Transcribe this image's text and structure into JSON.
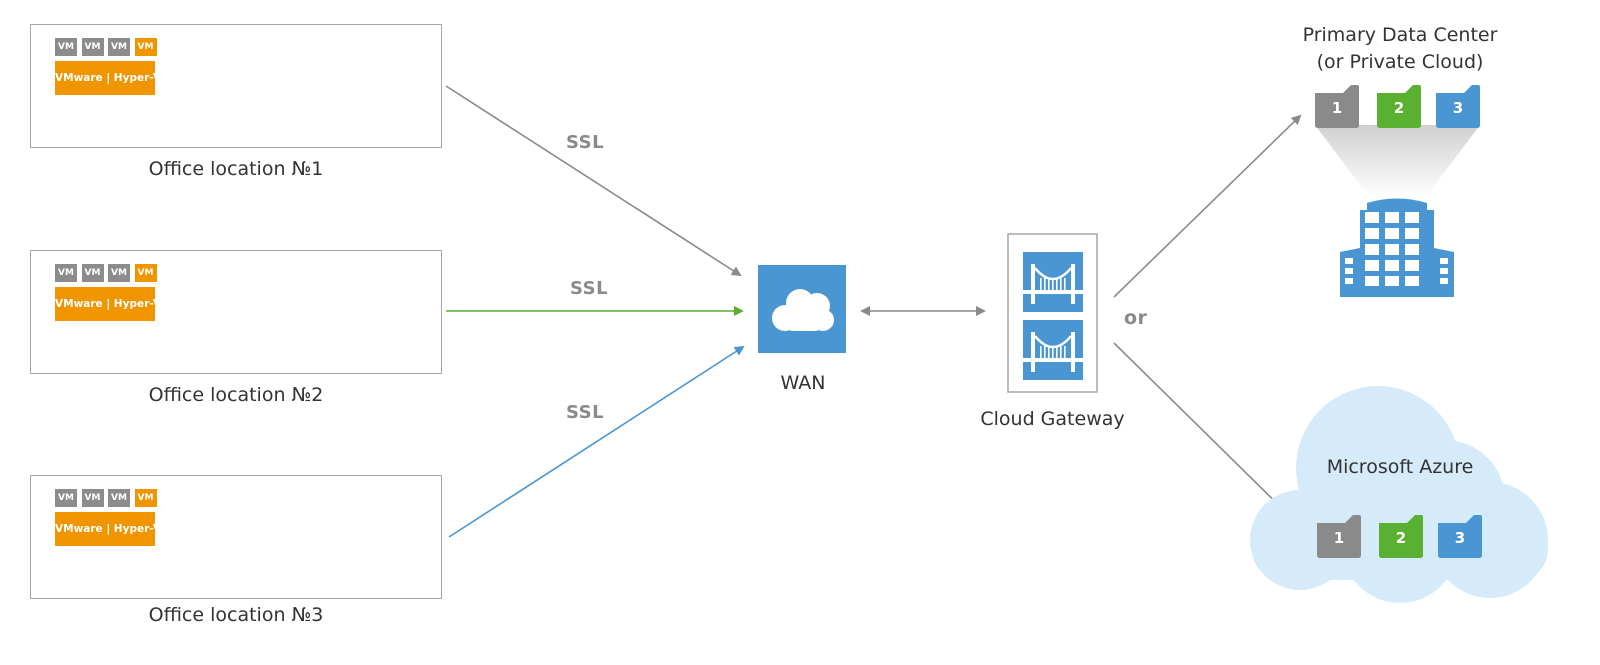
{
  "offices": [
    {
      "label": "Office location №1",
      "ssl_label": "SSL",
      "link_color": "#8a8a8a"
    },
    {
      "label": "Office location №2",
      "ssl_label": "SSL",
      "link_color": "#5ab031"
    },
    {
      "label": "Office location №3",
      "ssl_label": "SSL",
      "link_color": "#4a96d2"
    }
  ],
  "office_icons": {
    "vm_cells": [
      "VM",
      "VM",
      "VM",
      "VM"
    ],
    "hypervisor_label": "VMware | Hyper-V"
  },
  "wan": {
    "label": "WAN"
  },
  "gateway": {
    "label": "Cloud Gateway",
    "or_label": "or"
  },
  "datacenter": {
    "title_line1": "Primary Data Center",
    "title_line2": "(or Private Cloud)",
    "folders": [
      "1",
      "2",
      "3"
    ]
  },
  "azure": {
    "title": "Microsoft Azure",
    "folders": [
      "1",
      "2",
      "3"
    ]
  },
  "colors": {
    "blue": "#4a96d2",
    "orange": "#f09500",
    "gray": "#8a8a8a",
    "green": "#5ab031",
    "azure_cloud": "#d6ebf9"
  }
}
